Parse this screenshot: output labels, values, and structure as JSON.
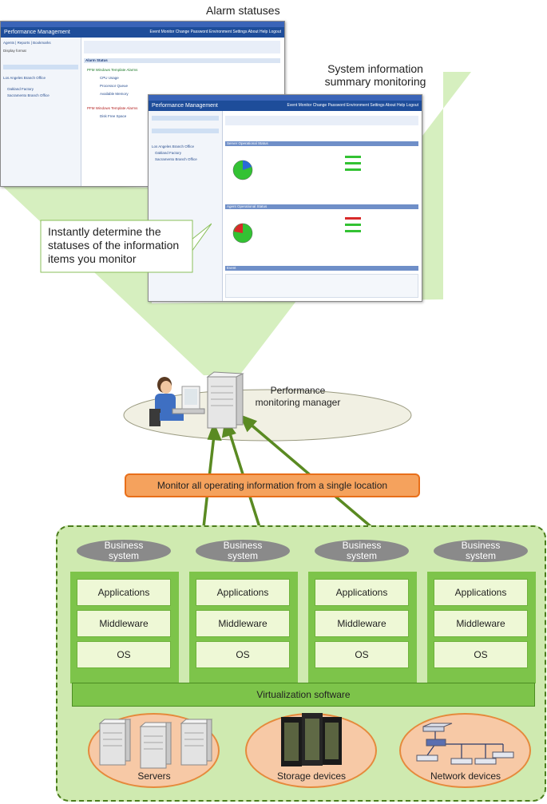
{
  "labels": {
    "alarm_statuses": "Alarm statuses",
    "sysinfo_line1": "System information",
    "sysinfo_line2": "summary monitoring",
    "callout_line1": "Instantly determine the",
    "callout_line2": "statuses of the information",
    "callout_line3": "items you monitor",
    "manager_line1": "Performance",
    "manager_line2": "monitoring manager",
    "monitor_banner": "Monitor all operating information from a single location",
    "virtualization": "Virtualization software",
    "servers": "Servers",
    "storage": "Storage devices",
    "network": "Network devices"
  },
  "business_columns": [
    {
      "title_line1": "Business",
      "title_line2": "system",
      "layers": [
        "Applications",
        "Middleware",
        "OS"
      ]
    },
    {
      "title_line1": "Business",
      "title_line2": "system",
      "layers": [
        "Applications",
        "Middleware",
        "OS"
      ]
    },
    {
      "title_line1": "Business",
      "title_line2": "system",
      "layers": [
        "Applications",
        "Middleware",
        "OS"
      ]
    },
    {
      "title_line1": "Business",
      "title_line2": "system",
      "layers": [
        "Applications",
        "Middleware",
        "OS"
      ]
    }
  ],
  "screen_alarm": {
    "app_title": "Performance Management",
    "menu": "Event Monitor   Change Password   Environment Settings   About   Help   Logout",
    "section": "Alarm Status",
    "items": [
      "PFM Windows Template Alarms",
      "CPU Usage",
      "Processor Queue",
      "Available Memory",
      "Disk Free Space"
    ]
  },
  "screen_summary": {
    "app_title": "Performance Management",
    "menu": "Event Monitor   Change Password   Environment Settings   About   Help   Logout",
    "section1": "Server Operational Status",
    "section2": "Agent Operational Status",
    "section3": "Event",
    "offices": [
      "Los Angeles Branch Office",
      "Oakland Factory",
      "Sacramento Branch Office"
    ]
  },
  "colors": {
    "green_box": "#cfeab0",
    "column_green": "#7dc44a",
    "banner_orange": "#f5a25d",
    "ellipse_fill": "#f7c9a6",
    "arrow_green": "#5a8a22"
  }
}
